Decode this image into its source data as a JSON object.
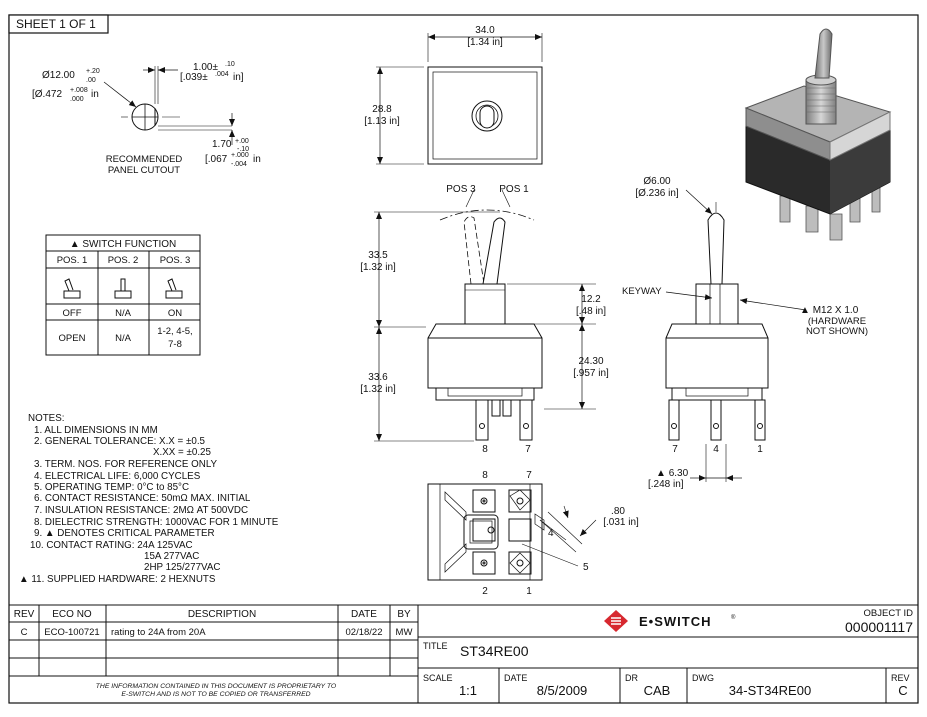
{
  "sheet_label": "SHEET 1 OF 1",
  "panel_cutout": {
    "dia_value": "Ø12.00",
    "dia_tol_plus": "+.20",
    "dia_tol_minus": ".00",
    "dia_in": "Ø.472",
    "dia_in_tol_plus": "+.008",
    "dia_in_tol_minus": ".000",
    "dia_in_unit": "in",
    "flat_top": "1.00±",
    "flat_top_tol": ".10",
    "flat_top_in": "[.039±",
    "flat_top_in_tol": ".004",
    "flat_top_in_unit": "in]",
    "flat_value": "1.70",
    "flat_tol_plus": "+.00",
    "flat_tol_minus": "-.10",
    "flat_in": ".067",
    "flat_in_tol_plus": "+.000",
    "flat_in_tol_minus": "-.004",
    "flat_in_unit": "in",
    "caption_line1": "RECOMMENDED",
    "caption_line2": "PANEL CUTOUT"
  },
  "switch_function": {
    "title": "SWITCH FUNCTION",
    "headers": [
      "POS. 1",
      "POS. 2",
      "POS. 3"
    ],
    "row_states": [
      "OFF",
      "N/A",
      "ON"
    ],
    "row_contacts": [
      "OPEN",
      "N/A",
      "1-2, 4-5,",
      "7-8"
    ]
  },
  "dims": {
    "top_width": "34.0",
    "top_width_in": "[1.34 in]",
    "top_height": "28.8",
    "top_height_in": "[1.13 in]",
    "pos3": "POS 3",
    "pos1": "POS 1",
    "upper_height": "33.5",
    "upper_height_in": "[1.32 in]",
    "lower_height": "33.6",
    "lower_height_in": "[1.32 in]",
    "bushing": "12.2",
    "bushing_in": "[.48 in]",
    "body": "24.30",
    "body_in": "[.957 in]",
    "term_8": "8",
    "term_7": "7",
    "lever_dia": "Ø6.00",
    "lever_dia_in": "[Ø.236 in]",
    "keyway": "KEYWAY",
    "thread": "M12 X 1.0",
    "thread_note1": "(HARDWARE",
    "thread_note2": "NOT SHOWN)",
    "side_term_7": "7",
    "side_term_4": "4",
    "side_term_1": "1",
    "pitch": "6.30",
    "pitch_in": "[.248 in]",
    "bottom_8": "8",
    "bottom_7": "7",
    "bottom_2": "2",
    "bottom_1": "1",
    "bottom_4": "4",
    "bottom_5": "5",
    "tab": ".80",
    "tab_in": "[.031 in]"
  },
  "notes": {
    "title": "NOTES:",
    "lines": [
      "1. ALL DIMENSIONS IN MM",
      "2. GENERAL TOLERANCE: X.X = ±0.5",
      "X.XX = ±0.25",
      "3. TERM. NOS. FOR REFERENCE ONLY",
      "4. ELECTRICAL LIFE: 6,000 CYCLES",
      "5. OPERATING TEMP: 0°C to 85°C",
      "6. CONTACT RESISTANCE: 50mΩ MAX. INITIAL",
      "7. INSULATION RESISTANCE: 2MΩ AT 500VDC",
      "8. DIELECTRIC STRENGTH: 1000VAC FOR 1 MINUTE",
      "9. ▲ DENOTES CRITICAL PARAMETER",
      "10. CONTACT RATING: 24A 125VAC",
      "15A 277VAC",
      "2HP  125/277VAC",
      "11. SUPPLIED HARDWARE: 2 HEXNUTS"
    ]
  },
  "revision_table": {
    "headers": [
      "REV",
      "ECO NO",
      "DESCRIPTION",
      "DATE",
      "BY"
    ],
    "row": [
      "C",
      "ECO-100721",
      "rating to 24A from 20A",
      "02/18/22",
      "MW"
    ],
    "proprietary_line1": "THE INFORMATION CONTAINED IN THIS DOCUMENT IS PROPRIETARY TO",
    "proprietary_line2": "E-SWITCH AND IS NOT TO BE COPIED OR TRANSFERRED"
  },
  "title_block": {
    "brand": "E•SWITCH",
    "brand_mark": "®",
    "object_id_label": "OBJECT ID",
    "object_id": "000001117",
    "title_label": "TITLE",
    "title": "ST34RE00",
    "scale_label": "SCALE",
    "scale": "1:1",
    "date_label": "DATE",
    "date": "8/5/2009",
    "dr_label": "DR",
    "dr": "CAB",
    "dwg_label": "DWG",
    "dwg": "34-ST34RE00",
    "rev_label": "REV",
    "rev": "C"
  },
  "colors": {
    "line": "#111111",
    "brand_red": "#d7282f"
  }
}
